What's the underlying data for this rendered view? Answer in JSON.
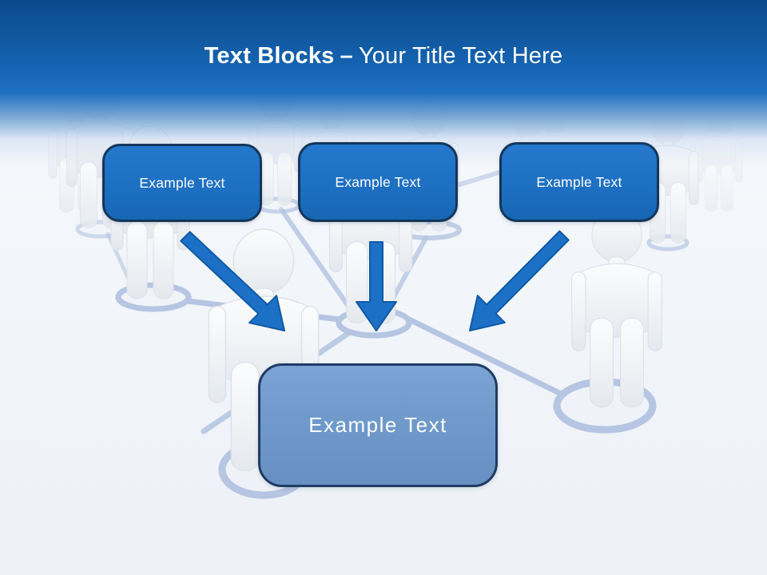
{
  "title": {
    "emphasis": "Text Blocks",
    "separator": "–",
    "normal": "Your Title Text Here"
  },
  "text_blocks": [
    {
      "label": "Example Text"
    },
    {
      "label": "Example Text"
    },
    {
      "label": "Example Text"
    }
  ],
  "result_block": {
    "label": "Example Text"
  },
  "icons": {
    "arrow_left": "arrow-down-right-icon",
    "arrow_middle": "arrow-down-icon",
    "arrow_right": "arrow-down-left-icon"
  },
  "colors": {
    "header_top": "#0a4b8c",
    "header_bottom": "#2070c1",
    "block_fill": "#1e72c4",
    "block_border": "#143659",
    "result_fill": "#6f99ca",
    "result_border": "#1f3c63",
    "arrow_fill": "#1c70c6",
    "arrow_stroke": "#0f5aa5",
    "network_line": "#b5c5e2",
    "figure_fill": "#f0f2f5",
    "title_text": "#ffffff"
  }
}
